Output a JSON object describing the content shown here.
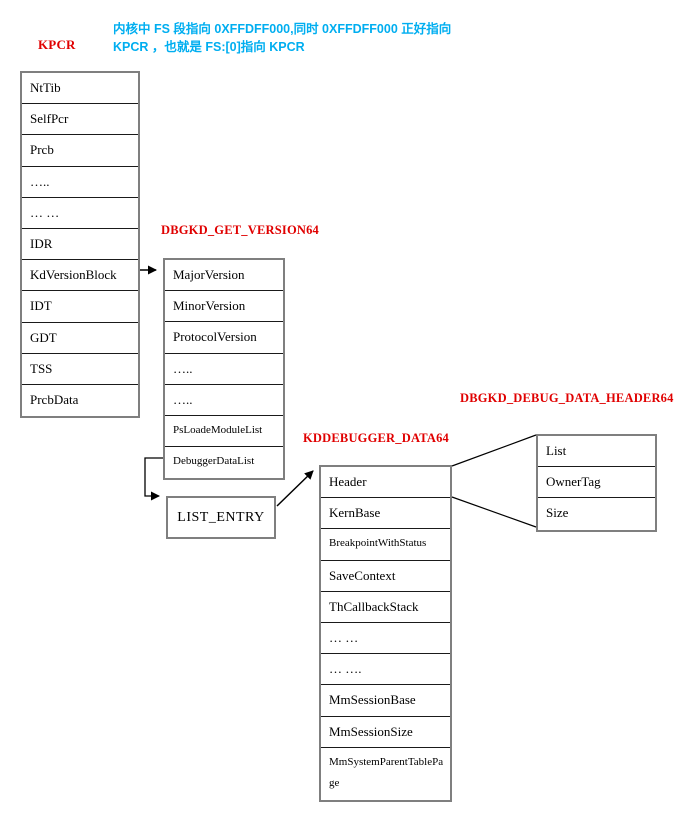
{
  "colors": {
    "label_red": "#e00000",
    "note_cyan": "#00aef0",
    "table_border": "#7f7f7f",
    "line_black": "#000000"
  },
  "note": {
    "kpcr_label": "KPCR",
    "line1": "内核中 FS 段指向 0XFFDFF000,同时 0XFFDFF000 正好指向",
    "line2": "KPCR ，也就是 FS:[0]指向 KPCR"
  },
  "kpcr_table": {
    "rows": [
      "NtTib",
      "SelfPcr",
      "Prcb",
      "…..",
      "… …",
      "IDR",
      "KdVersionBlock",
      "IDT",
      "GDT",
      "TSS",
      "PrcbData"
    ]
  },
  "version_table": {
    "title": "DBGKD_GET_VERSION64",
    "rows": [
      "MajorVersion",
      "MinorVersion",
      "ProtocolVersion",
      "…..",
      "…..",
      "PsLoadeModuleList",
      "DebuggerDataList"
    ]
  },
  "list_entry": {
    "label": "LIST_ENTRY"
  },
  "debugger_table": {
    "title": "KDDEBUGGER_DATA64",
    "rows": [
      "Header",
      "KernBase",
      "BreakpointWithStatus",
      "SaveContext",
      "ThCallbackStack",
      "… …",
      "… ….",
      "MmSessionBase",
      "MmSessionSize",
      "MmSystemParentTablePage"
    ]
  },
  "header_table": {
    "title": "DBGKD_DEBUG_DATA_HEADER64",
    "rows": [
      "List",
      "OwnerTag",
      "Size"
    ]
  }
}
